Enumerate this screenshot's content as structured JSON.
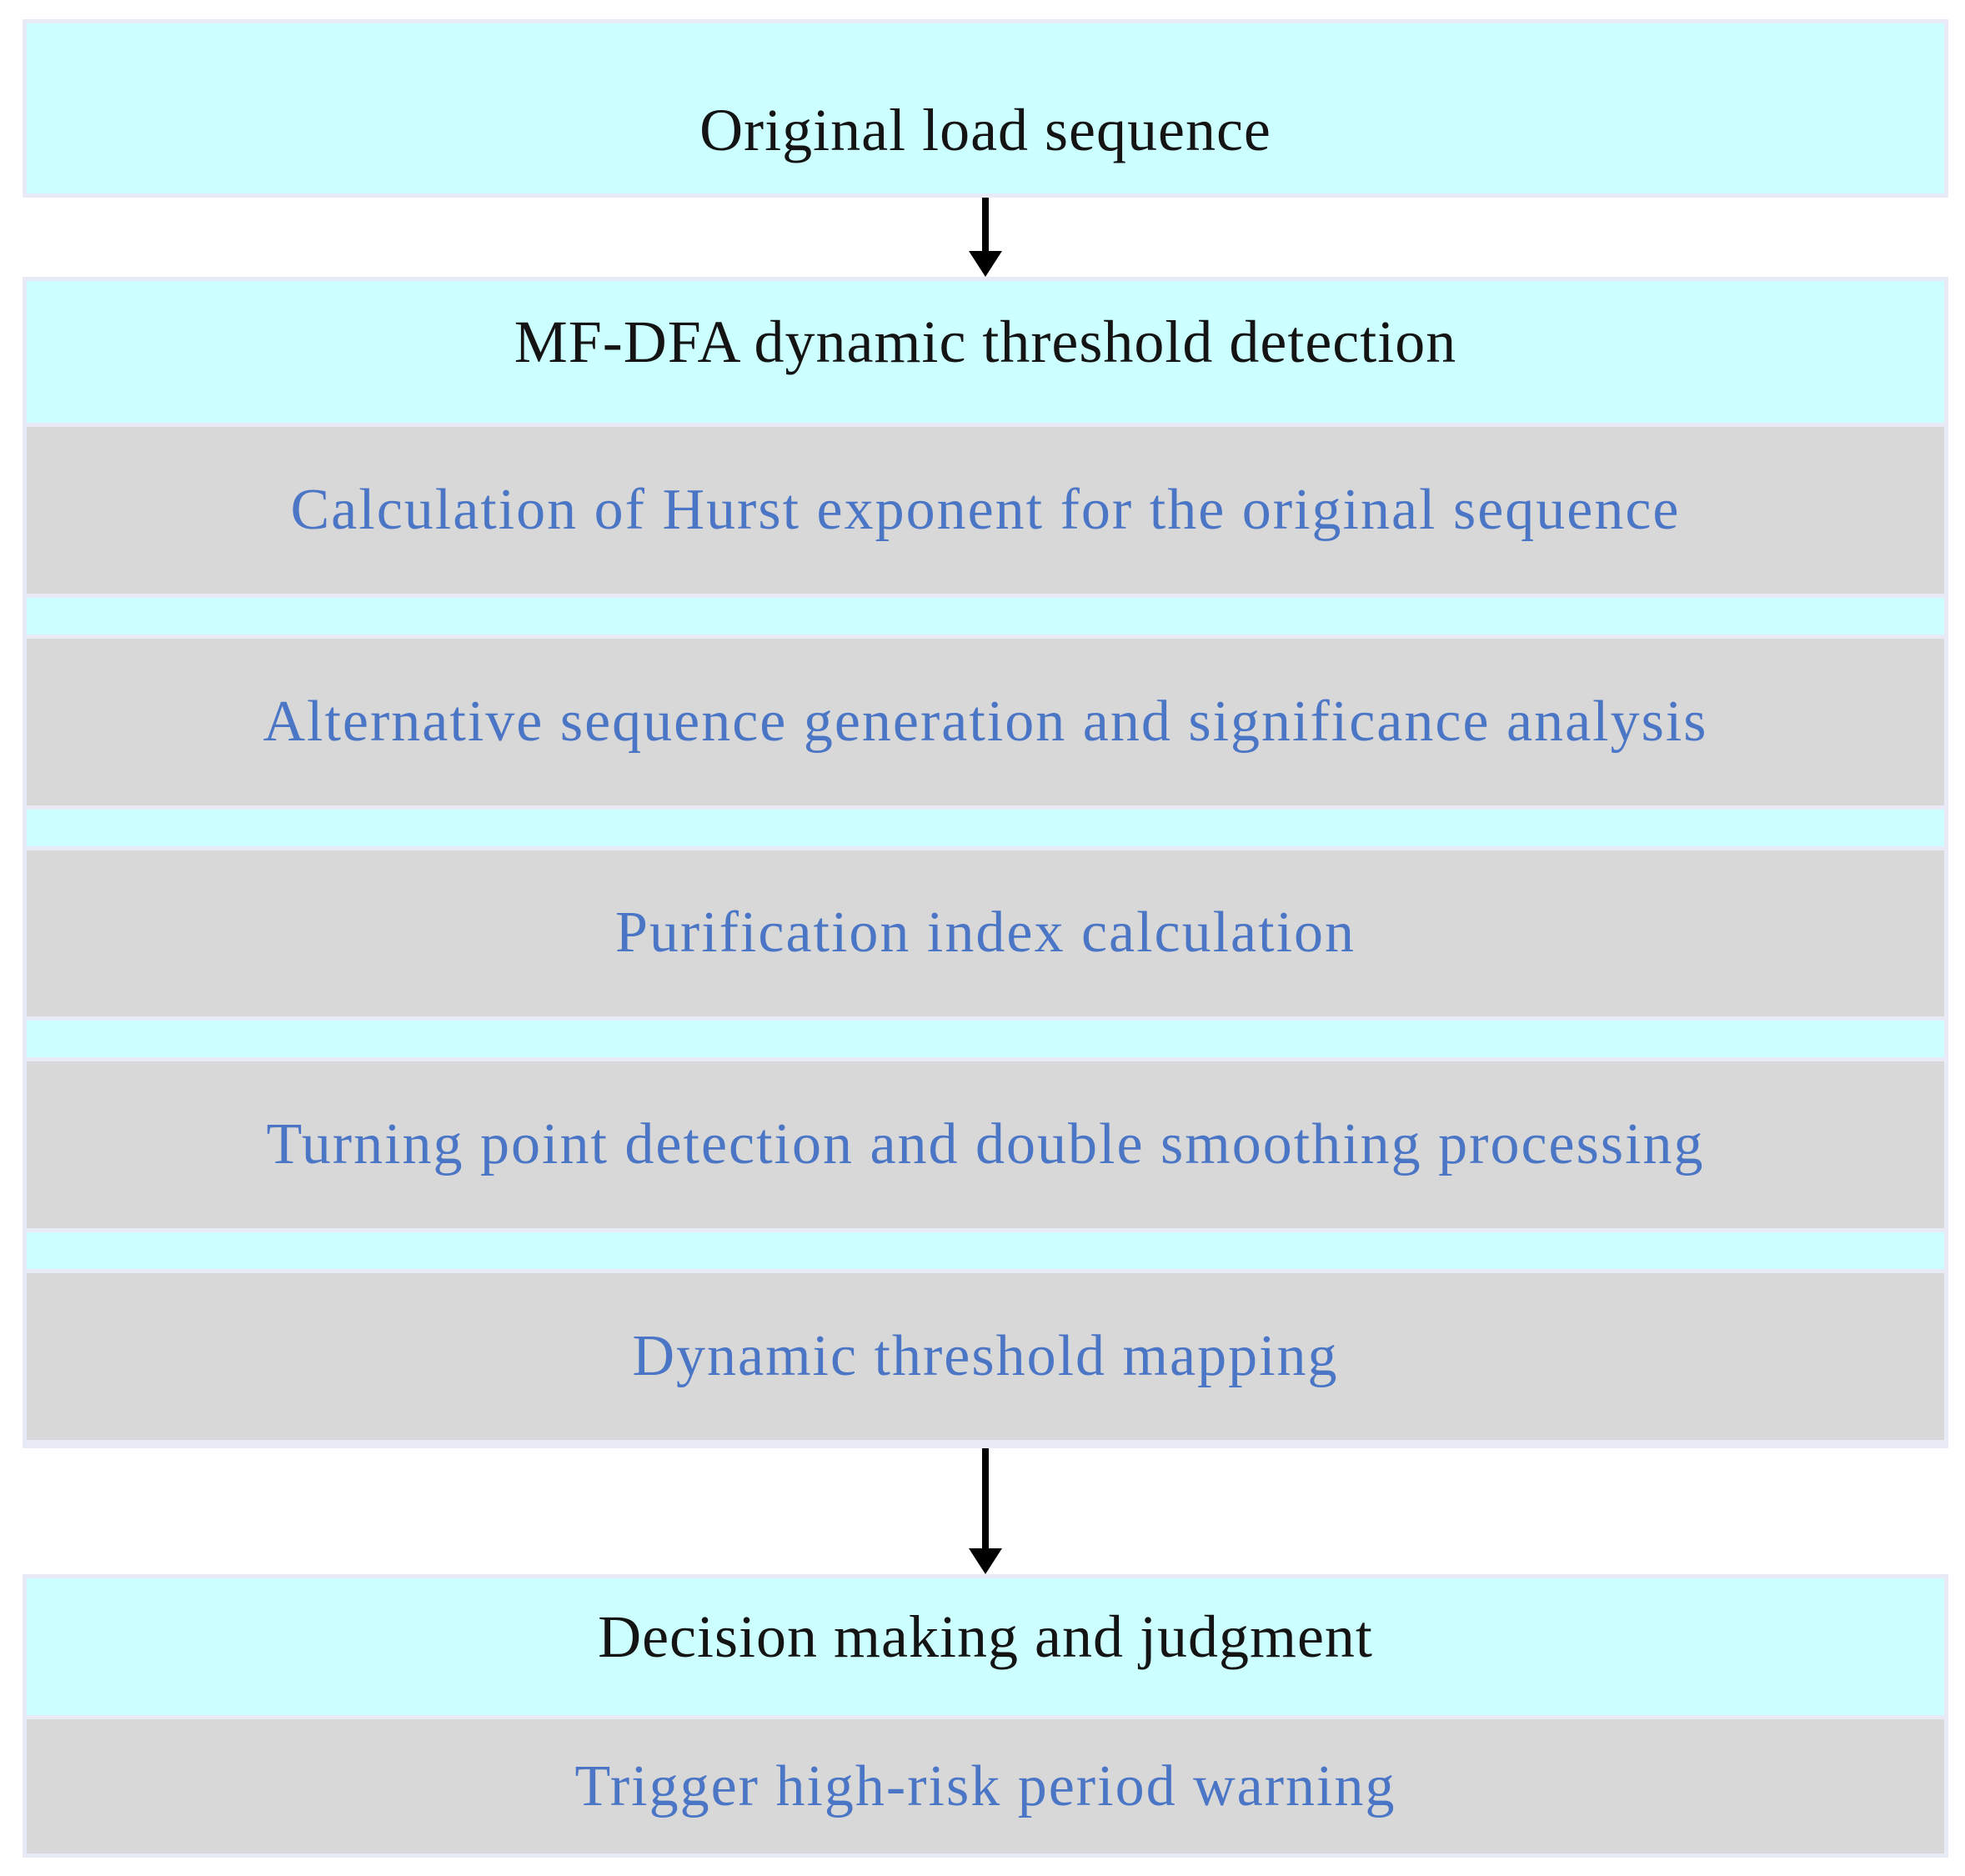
{
  "diagram": {
    "top_box": {
      "label": "Original load sequence"
    },
    "mfdfa_section": {
      "header": "MF-DFA dynamic threshold detection",
      "steps": [
        "Calculation of Hurst exponent for the original sequence",
        "Alternative sequence generation and significance analysis",
        "Purification index calculation",
        "Turning point detection and double smoothing processing",
        "Dynamic threshold mapping"
      ]
    },
    "decision_section": {
      "header": "Decision making and judgment",
      "steps": [
        "Trigger high-risk period warning"
      ]
    },
    "colors": {
      "box_fill_cyan": "#ccffff",
      "step_fill_gray": "#d8d8d8",
      "grid_border": "#e8eaf6",
      "step_text_blue": "#4b76c6",
      "header_text_black": "#141414",
      "arrow_black": "#000000"
    }
  }
}
